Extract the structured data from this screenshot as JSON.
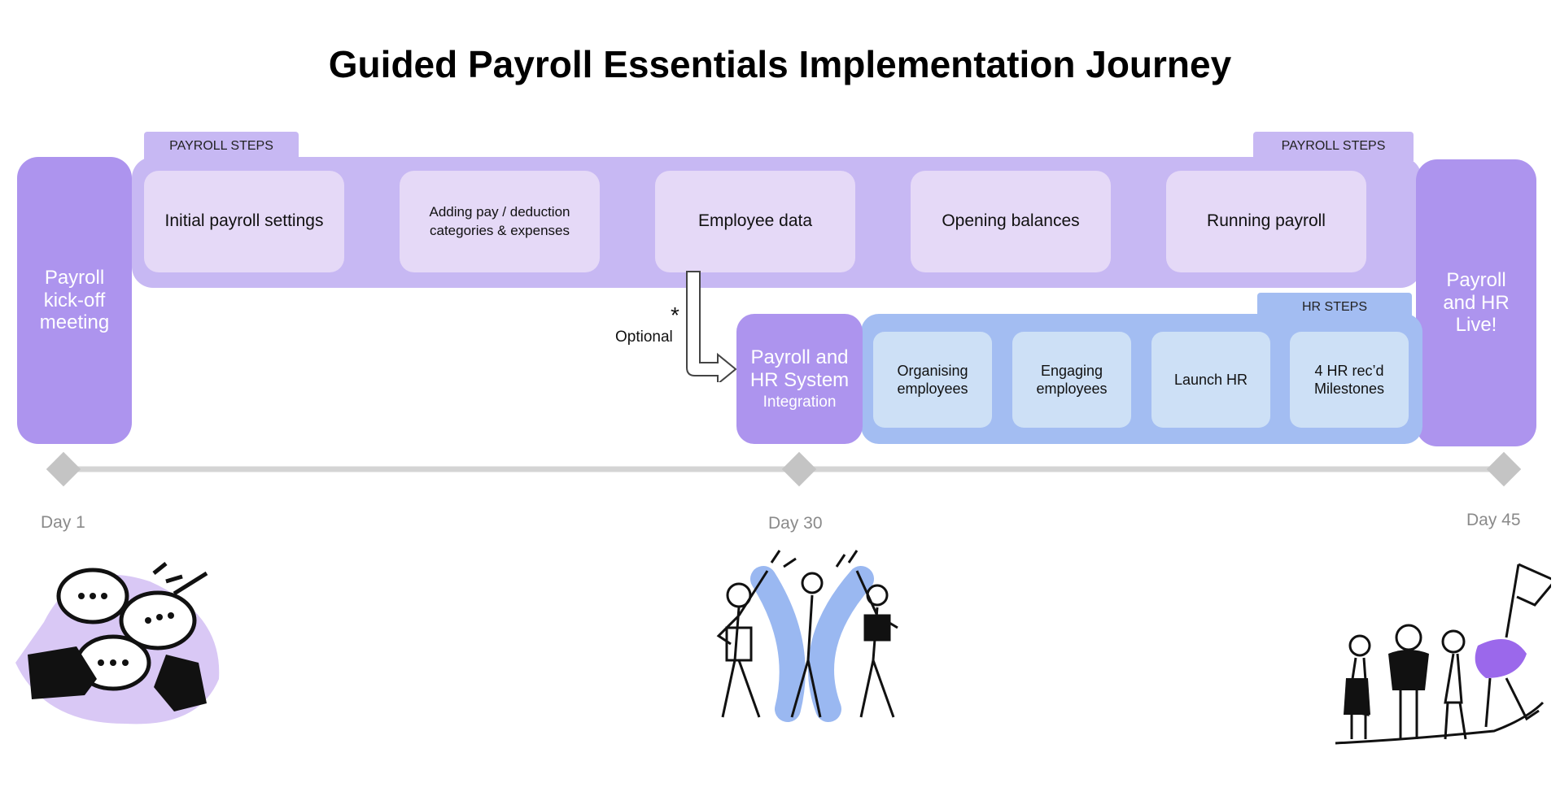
{
  "title": "Guided Payroll Essentials Implementation Journey",
  "payroll_tab_left": "PAYROLL STEPS",
  "payroll_tab_right": "PAYROLL STEPS",
  "kickoff": "Payroll kick-off meeting",
  "live": "Payroll and HR Live!",
  "payroll_steps": [
    "Initial payroll settings",
    "Adding pay / deduction categories & expenses",
    "Employee data",
    "Opening balances",
    "Running payroll"
  ],
  "optional_label": "Optional",
  "optional_marker": "*",
  "integration": {
    "main": "Payroll and HR System",
    "sub": "Integration"
  },
  "hr_tab": "HR STEPS",
  "hr_steps": [
    "Organising employees",
    "Engaging employees",
    "Launch HR",
    "4 HR rec’d Milestones"
  ],
  "timeline": [
    "Day 1",
    "Day 30",
    "Day 45"
  ],
  "colors": {
    "purple_band": "#c7b8f3",
    "purple_step": "#e5d9f7",
    "purple_dark": "#ad94ee",
    "blue_band": "#a3bdf2",
    "blue_step": "#cde0f6"
  },
  "icons": [
    "chat-bubbles-illustration",
    "celebration-high-five-illustration",
    "team-flag-illustration"
  ]
}
